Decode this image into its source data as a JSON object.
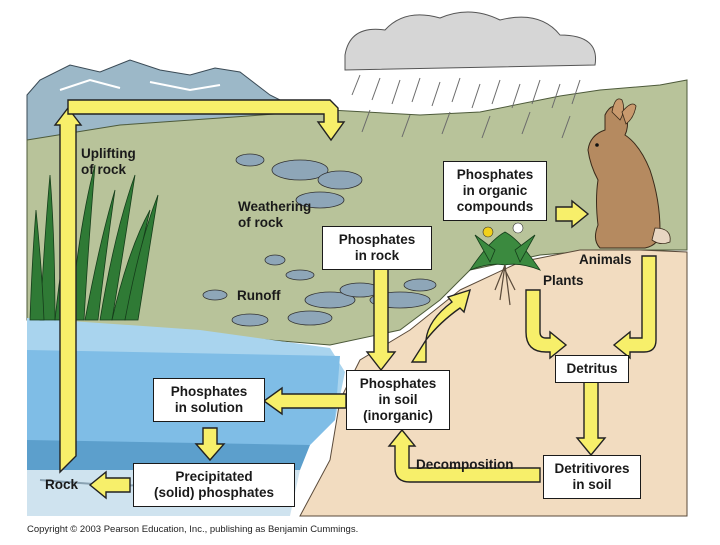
{
  "boxes": {
    "phosphates_rock": "Phosphates\nin rock",
    "phosphates_organic": "Phosphates\nin organic\ncompounds",
    "phosphates_solution": "Phosphates\nin solution",
    "phosphates_soil": "Phosphates\nin soil\n(inorganic)",
    "precipitated": "Precipitated\n(solid) phosphates",
    "detritus": "Detritus",
    "detritivores": "Detritivores\nin soil"
  },
  "labels": {
    "uplifting": "Uplifting\nof rock",
    "weathering": "Weathering\nof rock",
    "runoff": "Runoff",
    "animals": "Animals",
    "plants": "Plants",
    "decomposition": "Decomposition",
    "rock": "Rock"
  },
  "footer": {
    "copyright": "Copyright © 2003 Pearson Education, Inc., publishing as Benjamin Cummings."
  },
  "colors": {
    "arrow_fill": "#f7ef6a",
    "arrow_stroke": "#222222",
    "mountain": "#9cb8c8",
    "land": "#b8c39a",
    "soil": "#f2dcc0",
    "water": "#a9d4ee",
    "water_deep": "#7fbde6",
    "reeds": "#2f7a35",
    "rabbit": "#b58a60",
    "cloud": "#d6d6d6"
  }
}
